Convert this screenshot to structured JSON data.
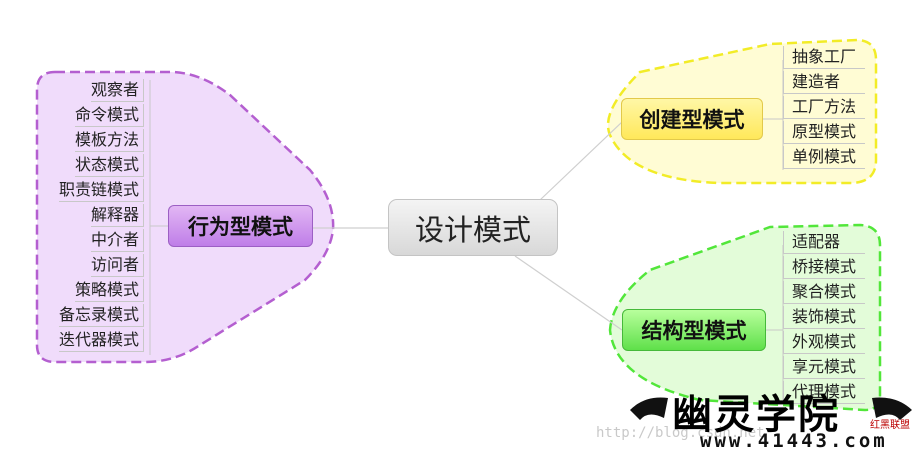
{
  "center": {
    "label": "设计模式"
  },
  "creational": {
    "label": "创建型模式",
    "items": [
      "抽象工厂",
      "建造者",
      "工厂方法",
      "原型模式",
      "单例模式"
    ]
  },
  "structural": {
    "label": "结构型模式",
    "items": [
      "适配器",
      "桥接模式",
      "聚合模式",
      "装饰模式",
      "外观模式",
      "享元模式",
      "代理模式"
    ]
  },
  "behavioral": {
    "label": "行为型模式",
    "items": [
      "观察者",
      "命令模式",
      "模板方法",
      "状态模式",
      "职责链模式",
      "解释器",
      "中介者",
      "访问者",
      "策略模式",
      "备忘录模式",
      "迭代器模式"
    ]
  },
  "watermark": {
    "title": "幽灵学院",
    "domain": "www.41443.com",
    "url": "http://blog.csdn.net",
    "tag": "红黑联盟"
  },
  "colors": {
    "creational_border": "#f2ec27",
    "creational_fill": "#fffcd4",
    "structural_border": "#52e63a",
    "structural_fill": "#e3fcd9",
    "behavioral_border": "#b45fd0",
    "behavioral_fill": "#f0dcfb"
  }
}
